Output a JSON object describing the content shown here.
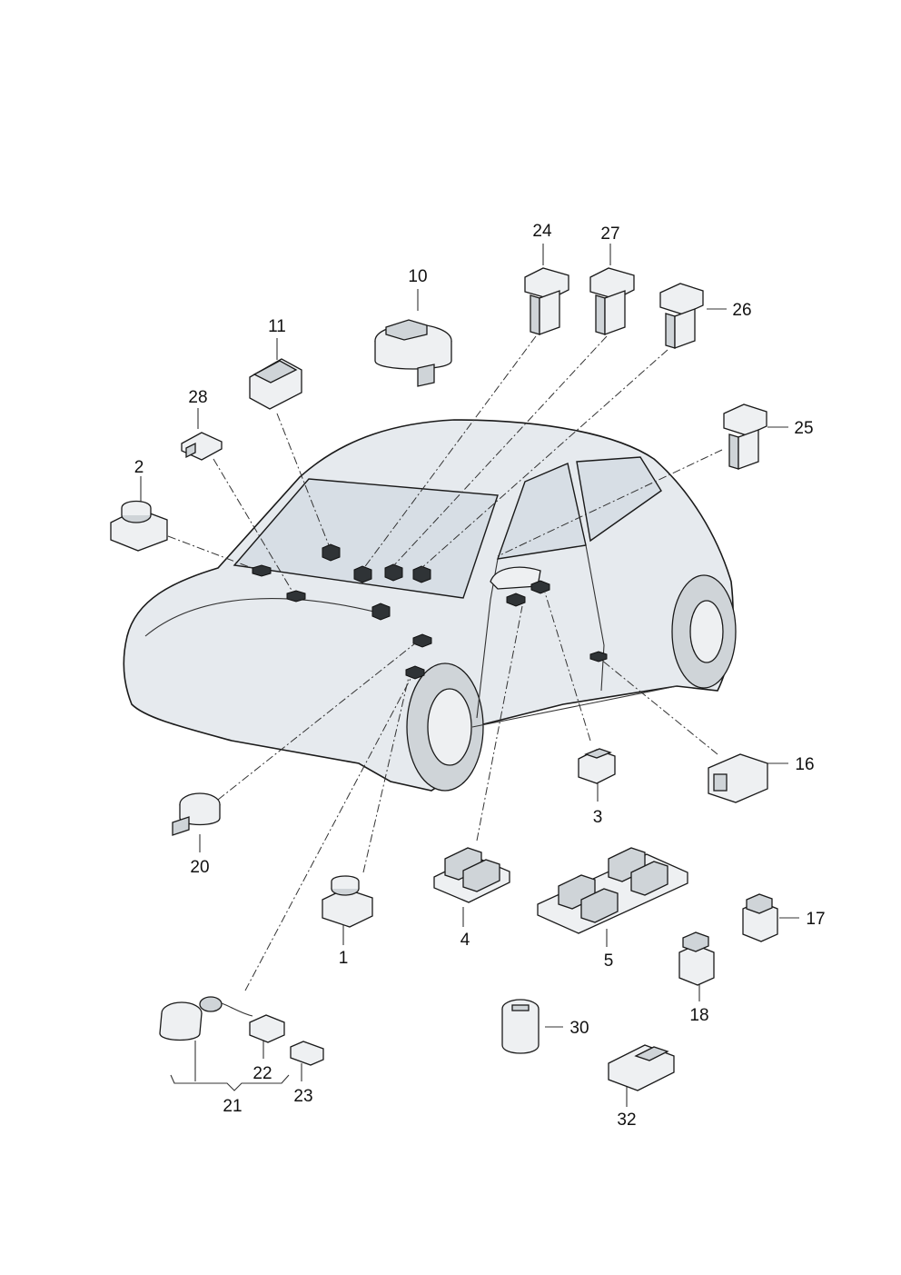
{
  "diagram": {
    "callouts": [
      {
        "id": "c1",
        "text": "1"
      },
      {
        "id": "c2",
        "text": "2"
      },
      {
        "id": "c3",
        "text": "3"
      },
      {
        "id": "c4",
        "text": "4"
      },
      {
        "id": "c5",
        "text": "5"
      },
      {
        "id": "c10",
        "text": "10"
      },
      {
        "id": "c11",
        "text": "11"
      },
      {
        "id": "c16",
        "text": "16"
      },
      {
        "id": "c17",
        "text": "17"
      },
      {
        "id": "c18",
        "text": "18"
      },
      {
        "id": "c20",
        "text": "20"
      },
      {
        "id": "c21",
        "text": "21"
      },
      {
        "id": "c22",
        "text": "22"
      },
      {
        "id": "c23",
        "text": "23"
      },
      {
        "id": "c24",
        "text": "24"
      },
      {
        "id": "c25",
        "text": "25"
      },
      {
        "id": "c26",
        "text": "26"
      },
      {
        "id": "c27",
        "text": "27"
      },
      {
        "id": "c28",
        "text": "28"
      },
      {
        "id": "c30",
        "text": "30"
      },
      {
        "id": "c32",
        "text": "32"
      }
    ]
  }
}
